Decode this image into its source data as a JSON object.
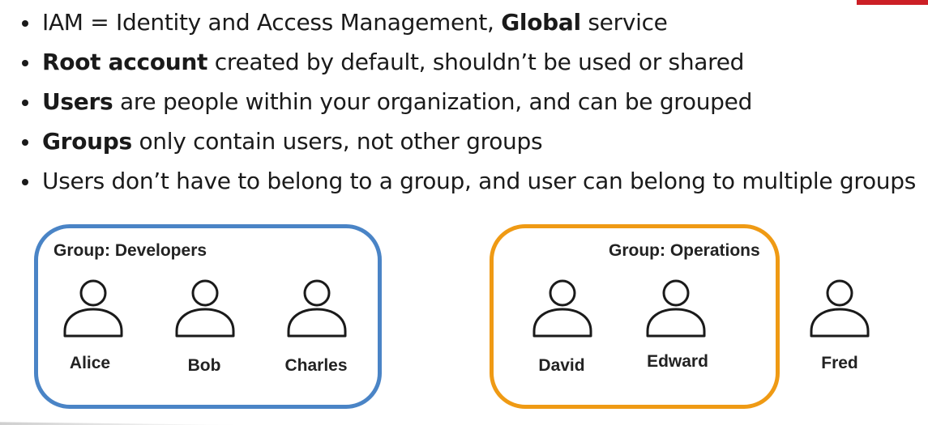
{
  "bullets": [
    {
      "bold_prefix": "",
      "text": "IAM  = Identity and Access Management, ",
      "bold_suffix": "Global",
      "tail": " service"
    },
    {
      "bold_prefix": "Root account",
      "text": " created by default, shouldn’t be used or shared",
      "bold_suffix": "",
      "tail": ""
    },
    {
      "bold_prefix": "Users",
      "text": " are people within your organization, and can be grouped",
      "bold_suffix": "",
      "tail": ""
    },
    {
      "bold_prefix": "Groups",
      "text": " only contain users, not other groups",
      "bold_suffix": "",
      "tail": ""
    },
    {
      "bold_prefix": "",
      "text": "Users don’t have to belong to a group, and user can belong to multiple groups",
      "bold_suffix": "",
      "tail": ""
    }
  ],
  "groups": {
    "developers": {
      "title": "Group: Developers",
      "color": "#4a84c6"
    },
    "operations": {
      "title": "Group: Operations",
      "color": "#ef9a14"
    }
  },
  "users": {
    "alice": "Alice",
    "bob": "Bob",
    "charles": "Charles",
    "david": "David",
    "edward": "Edward",
    "fred": "Fred"
  },
  "icons": {
    "user": "user-icon"
  },
  "accent_color": "#cc1f26"
}
